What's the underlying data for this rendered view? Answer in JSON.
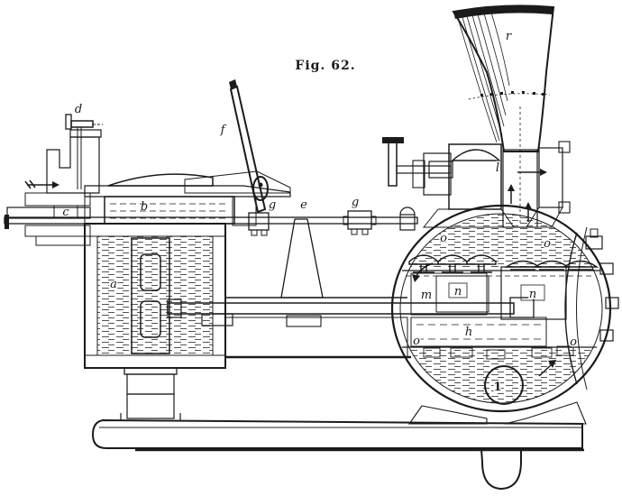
{
  "figure": {
    "caption": "Fig. 62.",
    "kind": "sectional engraving of a horizontal pumping engine with feed hopper"
  },
  "colors": {
    "ink": "#1b1b1b",
    "paper": "#ffffff"
  },
  "icons": {
    "flow_arrow_right": "→",
    "flow_arrow_up": "↑",
    "flow_arrow_up_right": "↗"
  },
  "labels": {
    "d": "d",
    "c": "c",
    "b": "b",
    "a": "a",
    "f": "f",
    "g1": "g",
    "e": "e",
    "g2": "g",
    "r": "r",
    "l": "l",
    "o_upper_left": "o",
    "o_upper_right": "o",
    "m": "m",
    "n_left": "n",
    "n_right": "n",
    "h": "h",
    "o_lower_left": "o",
    "o_lower_right": "o",
    "ball": "1"
  }
}
